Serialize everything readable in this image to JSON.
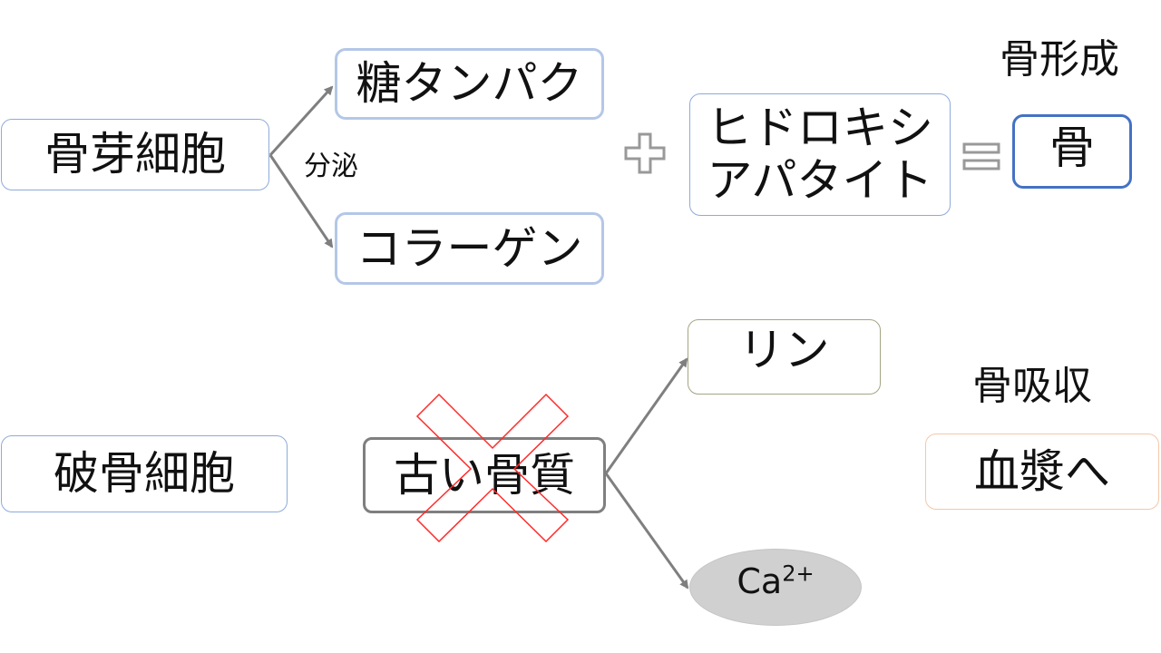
{
  "formation": {
    "heading": "骨形成",
    "osteoblast": "骨芽細胞",
    "secrete_label": "分泌",
    "glycoprotein": "糖タンパク",
    "collagen": "コラーゲン",
    "hydroxyapatite_line1": "ヒドロキシ",
    "hydroxyapatite_line2": "アパタイト",
    "result": "骨"
  },
  "resorption": {
    "heading": "骨吸収",
    "osteoclast": "破骨細胞",
    "old_bone": "古い骨質",
    "phosphorus": "リン",
    "calcium_base": "Ca",
    "calcium_charge": "2+",
    "to_plasma": "血漿へ"
  },
  "colors": {
    "blue_border": "#8eaadb",
    "dark_blue_border": "#4472c4",
    "gray_border": "#7f7f7f",
    "olive_border": "#a5a583",
    "peach_border": "#f4c8a8",
    "arrow": "#7f7f7f",
    "cross": "#ff2a2a",
    "ellipse_fill": "#d0d0d0"
  }
}
